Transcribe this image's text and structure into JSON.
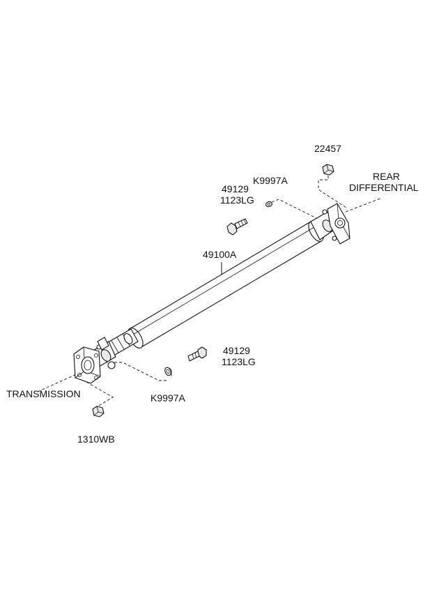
{
  "labels": {
    "p22457": "22457",
    "k9997a_top": "K9997A",
    "p49129_top_a": "49129",
    "p49129_top_b": "1123LG",
    "rear_a": "REAR",
    "rear_b": "DIFFERENTIAL",
    "p49100a": "49100A",
    "p49129_mid_a": "49129",
    "p49129_mid_b": "1123LG",
    "transmission": "TRANSMISSION",
    "k9997a_bot": "K9997A",
    "p1310wb": "1310WB"
  }
}
